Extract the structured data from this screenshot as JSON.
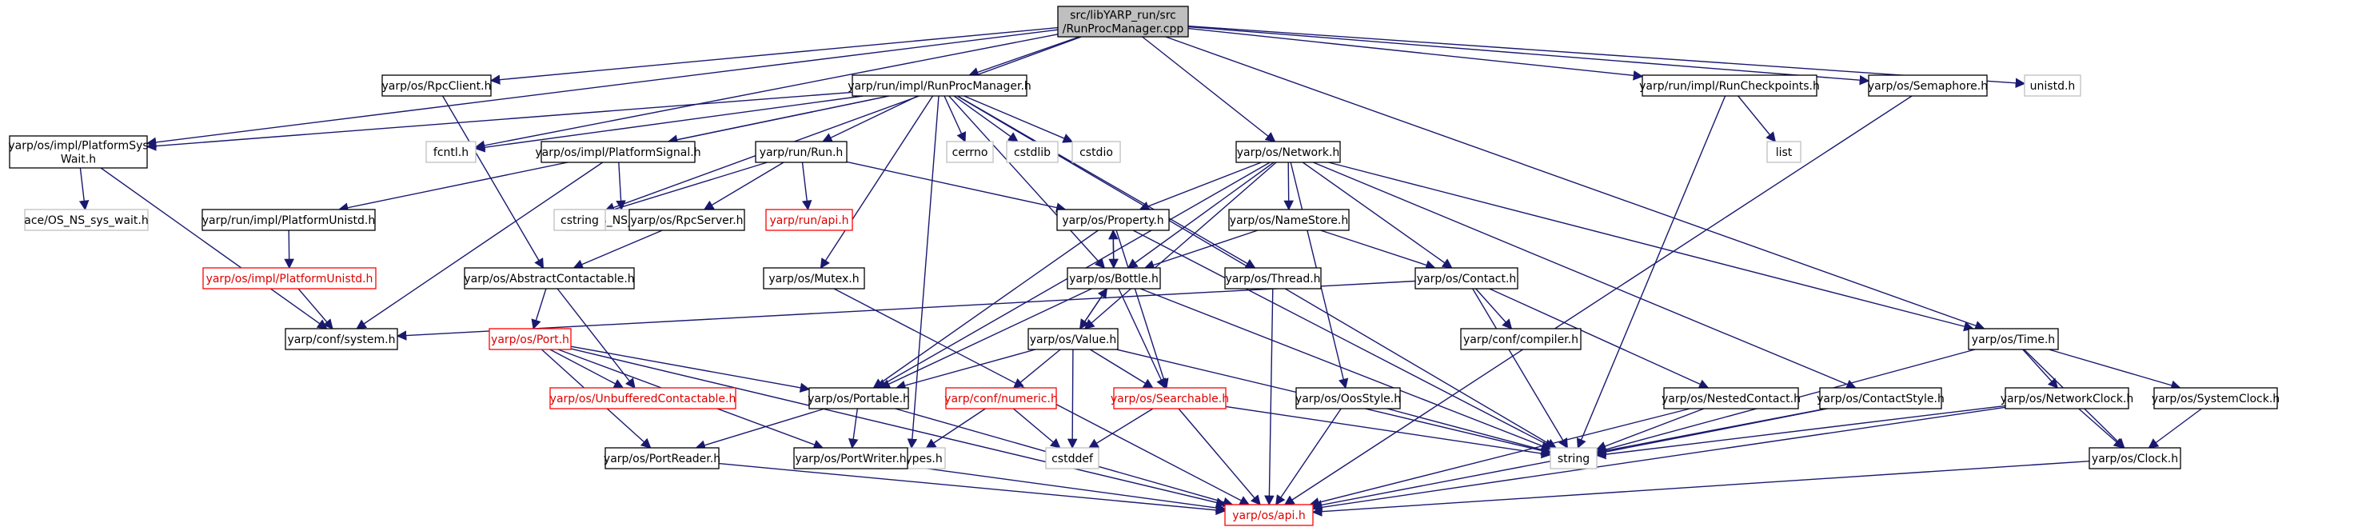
{
  "graph": {
    "colors": {
      "edge": "#191970",
      "root_fill": "#bfbfbf",
      "documented_border": "#000000",
      "undocumented_border": "#ff0000",
      "external_border": "#bfbfbf"
    },
    "nodes": [
      {
        "id": "root",
        "label": [
          "src/libYARP_run/src",
          "/RunProcManager.cpp"
        ],
        "kind": "root"
      },
      {
        "id": "rpcclient",
        "label": [
          "yarp/os/RpcClient.h"
        ],
        "kind": "doc"
      },
      {
        "id": "runprocmanager_h",
        "label": [
          "yarp/run/impl/RunProcManager.h"
        ],
        "kind": "doc"
      },
      {
        "id": "runcheckpoints",
        "label": [
          "yarp/run/impl/RunCheckpoints.h"
        ],
        "kind": "doc"
      },
      {
        "id": "semaphore",
        "label": [
          "yarp/os/Semaphore.h"
        ],
        "kind": "doc"
      },
      {
        "id": "unistd",
        "label": [
          "unistd.h"
        ],
        "kind": "ext"
      },
      {
        "id": "platformsyswait",
        "label": [
          "yarp/os/impl/PlatformSys",
          "Wait.h"
        ],
        "kind": "doc"
      },
      {
        "id": "fcntl",
        "label": [
          "fcntl.h"
        ],
        "kind": "ext"
      },
      {
        "id": "platformsignal",
        "label": [
          "yarp/os/impl/PlatformSignal.h"
        ],
        "kind": "doc"
      },
      {
        "id": "run",
        "label": [
          "yarp/run/Run.h"
        ],
        "kind": "doc"
      },
      {
        "id": "cerrno",
        "label": [
          "cerrno"
        ],
        "kind": "ext"
      },
      {
        "id": "cstdlib",
        "label": [
          "cstdlib"
        ],
        "kind": "ext"
      },
      {
        "id": "cstdio",
        "label": [
          "cstdio"
        ],
        "kind": "ext"
      },
      {
        "id": "network",
        "label": [
          "yarp/os/Network.h"
        ],
        "kind": "doc"
      },
      {
        "id": "list",
        "label": [
          "list"
        ],
        "kind": "ext"
      },
      {
        "id": "ace_sys_wait",
        "label": [
          "ace/OS_NS_sys_wait.h"
        ],
        "kind": "ext"
      },
      {
        "id": "ace_signal",
        "label": [
          "ace/OS_NS_signal.h"
        ],
        "kind": "ext"
      },
      {
        "id": "cstring",
        "label": [
          "cstring"
        ],
        "kind": "ext"
      },
      {
        "id": "rpcserver",
        "label": [
          "yarp/os/RpcServer.h"
        ],
        "kind": "doc"
      },
      {
        "id": "run_api",
        "label": [
          "yarp/run/api.h"
        ],
        "kind": "undoc"
      },
      {
        "id": "property",
        "label": [
          "yarp/os/Property.h"
        ],
        "kind": "doc"
      },
      {
        "id": "namestore",
        "label": [
          "yarp/os/NameStore.h"
        ],
        "kind": "doc"
      },
      {
        "id": "platformunistd_run",
        "label": [
          "yarp/run/impl/PlatformUnistd.h"
        ],
        "kind": "doc"
      },
      {
        "id": "platformunistd_os",
        "label": [
          "yarp/os/impl/PlatformUnistd.h"
        ],
        "kind": "undoc"
      },
      {
        "id": "abstractcontactable",
        "label": [
          "yarp/os/AbstractContactable.h"
        ],
        "kind": "doc"
      },
      {
        "id": "mutex",
        "label": [
          "yarp/os/Mutex.h"
        ],
        "kind": "doc"
      },
      {
        "id": "bottle",
        "label": [
          "yarp/os/Bottle.h"
        ],
        "kind": "doc"
      },
      {
        "id": "thread",
        "label": [
          "yarp/os/Thread.h"
        ],
        "kind": "doc"
      },
      {
        "id": "contact",
        "label": [
          "yarp/os/Contact.h"
        ],
        "kind": "doc"
      },
      {
        "id": "system",
        "label": [
          "yarp/conf/system.h"
        ],
        "kind": "doc"
      },
      {
        "id": "port",
        "label": [
          "yarp/os/Port.h"
        ],
        "kind": "undoc"
      },
      {
        "id": "value",
        "label": [
          "yarp/os/Value.h"
        ],
        "kind": "doc"
      },
      {
        "id": "compiler",
        "label": [
          "yarp/conf/compiler.h"
        ],
        "kind": "doc"
      },
      {
        "id": "time",
        "label": [
          "yarp/os/Time.h"
        ],
        "kind": "doc"
      },
      {
        "id": "unbuffered",
        "label": [
          "yarp/os/UnbufferedContactable.h"
        ],
        "kind": "undoc"
      },
      {
        "id": "portable",
        "label": [
          "yarp/os/Portable.h"
        ],
        "kind": "doc"
      },
      {
        "id": "numeric",
        "label": [
          "yarp/conf/numeric.h"
        ],
        "kind": "undoc"
      },
      {
        "id": "searchable",
        "label": [
          "yarp/os/Searchable.h"
        ],
        "kind": "undoc"
      },
      {
        "id": "oosstyle",
        "label": [
          "yarp/os/OosStyle.h"
        ],
        "kind": "doc"
      },
      {
        "id": "nestedcontact",
        "label": [
          "yarp/os/NestedContact.h"
        ],
        "kind": "doc"
      },
      {
        "id": "contactstyle",
        "label": [
          "yarp/os/ContactStyle.h"
        ],
        "kind": "doc"
      },
      {
        "id": "networkclock",
        "label": [
          "yarp/os/NetworkClock.h"
        ],
        "kind": "doc"
      },
      {
        "id": "systemclock",
        "label": [
          "yarp/os/SystemClock.h"
        ],
        "kind": "doc"
      },
      {
        "id": "sys_types",
        "label": [
          "sys/types.h"
        ],
        "kind": "ext"
      },
      {
        "id": "cstddef",
        "label": [
          "cstddef"
        ],
        "kind": "ext"
      },
      {
        "id": "string",
        "label": [
          "string"
        ],
        "kind": "ext"
      },
      {
        "id": "portreader",
        "label": [
          "yarp/os/PortReader.h"
        ],
        "kind": "doc"
      },
      {
        "id": "portwriter",
        "label": [
          "yarp/os/PortWriter.h"
        ],
        "kind": "doc"
      },
      {
        "id": "clock",
        "label": [
          "yarp/os/Clock.h"
        ],
        "kind": "doc"
      },
      {
        "id": "os_api",
        "label": [
          "yarp/os/api.h"
        ],
        "kind": "undoc"
      }
    ],
    "edges": [
      [
        "root",
        "rpcclient"
      ],
      [
        "root",
        "runprocmanager_h"
      ],
      [
        "root",
        "runcheckpoints"
      ],
      [
        "root",
        "semaphore"
      ],
      [
        "root",
        "unistd"
      ],
      [
        "root",
        "platformsyswait"
      ],
      [
        "root",
        "fcntl"
      ],
      [
        "root",
        "network"
      ],
      [
        "root",
        "cstring"
      ],
      [
        "root",
        "time"
      ],
      [
        "rpcclient",
        "abstractcontactable"
      ],
      [
        "runprocmanager_h",
        "platformsyswait"
      ],
      [
        "runprocmanager_h",
        "fcntl"
      ],
      [
        "runprocmanager_h",
        "platformsignal"
      ],
      [
        "runprocmanager_h",
        "run"
      ],
      [
        "runprocmanager_h",
        "cerrno"
      ],
      [
        "runprocmanager_h",
        "cstdlib"
      ],
      [
        "runprocmanager_h",
        "cstdio"
      ],
      [
        "runprocmanager_h",
        "platformunistd_run"
      ],
      [
        "runprocmanager_h",
        "mutex"
      ],
      [
        "runprocmanager_h",
        "bottle"
      ],
      [
        "runprocmanager_h",
        "thread"
      ],
      [
        "runprocmanager_h",
        "sys_types"
      ],
      [
        "runprocmanager_h",
        "string"
      ],
      [
        "runcheckpoints",
        "list"
      ],
      [
        "runcheckpoints",
        "string"
      ],
      [
        "semaphore",
        "os_api"
      ],
      [
        "platformsyswait",
        "ace_sys_wait"
      ],
      [
        "platformsyswait",
        "system"
      ],
      [
        "platformsignal",
        "ace_signal"
      ],
      [
        "platformsignal",
        "system"
      ],
      [
        "run",
        "cstring"
      ],
      [
        "run",
        "rpcserver"
      ],
      [
        "run",
        "run_api"
      ],
      [
        "run",
        "property"
      ],
      [
        "network",
        "property"
      ],
      [
        "network",
        "namestore"
      ],
      [
        "network",
        "bottle"
      ],
      [
        "network",
        "contact"
      ],
      [
        "network",
        "value"
      ],
      [
        "network",
        "portable"
      ],
      [
        "network",
        "oosstyle"
      ],
      [
        "network",
        "contactstyle"
      ],
      [
        "network",
        "time"
      ],
      [
        "rpcserver",
        "abstractcontactable"
      ],
      [
        "property",
        "bottle"
      ],
      [
        "property",
        "searchable"
      ],
      [
        "property",
        "portable"
      ],
      [
        "property",
        "string"
      ],
      [
        "namestore",
        "bottle"
      ],
      [
        "namestore",
        "contact"
      ],
      [
        "platformunistd_run",
        "platformunistd_os"
      ],
      [
        "platformunistd_os",
        "system"
      ],
      [
        "abstractcontactable",
        "port"
      ],
      [
        "abstractcontactable",
        "unbuffered"
      ],
      [
        "mutex",
        "os_api"
      ],
      [
        "bottle",
        "property"
      ],
      [
        "bottle",
        "value"
      ],
      [
        "bottle",
        "searchable"
      ],
      [
        "bottle",
        "portable"
      ],
      [
        "bottle",
        "string"
      ],
      [
        "thread",
        "os_api"
      ],
      [
        "contact",
        "system"
      ],
      [
        "contact",
        "compiler"
      ],
      [
        "contact",
        "nestedcontact"
      ],
      [
        "contact",
        "string"
      ],
      [
        "port",
        "unbuffered"
      ],
      [
        "port",
        "portable"
      ],
      [
        "port",
        "portreader"
      ],
      [
        "port",
        "portwriter"
      ],
      [
        "port",
        "os_api"
      ],
      [
        "value",
        "bottle"
      ],
      [
        "value",
        "portable"
      ],
      [
        "value",
        "numeric"
      ],
      [
        "value",
        "searchable"
      ],
      [
        "value",
        "cstddef"
      ],
      [
        "value",
        "string"
      ],
      [
        "time",
        "string"
      ],
      [
        "time",
        "networkclock"
      ],
      [
        "time",
        "systemclock"
      ],
      [
        "time",
        "clock"
      ],
      [
        "portable",
        "portreader"
      ],
      [
        "portable",
        "portwriter"
      ],
      [
        "portable",
        "os_api"
      ],
      [
        "numeric",
        "sys_types"
      ],
      [
        "numeric",
        "cstddef"
      ],
      [
        "searchable",
        "cstddef"
      ],
      [
        "searchable",
        "os_api"
      ],
      [
        "searchable",
        "string"
      ],
      [
        "oosstyle",
        "string"
      ],
      [
        "oosstyle",
        "os_api"
      ],
      [
        "nestedcontact",
        "string"
      ],
      [
        "nestedcontact",
        "os_api"
      ],
      [
        "contactstyle",
        "string"
      ],
      [
        "contactstyle",
        "os_api"
      ],
      [
        "networkclock",
        "clock"
      ],
      [
        "networkclock",
        "string"
      ],
      [
        "networkclock",
        "os_api"
      ],
      [
        "systemclock",
        "clock"
      ],
      [
        "portreader",
        "os_api"
      ],
      [
        "portwriter",
        "os_api"
      ],
      [
        "clock",
        "os_api"
      ]
    ]
  }
}
